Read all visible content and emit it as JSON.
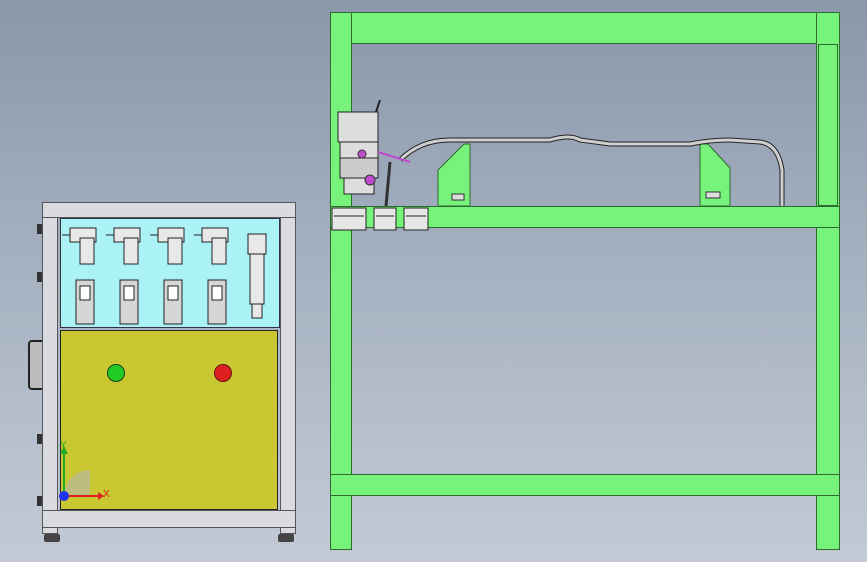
{
  "scene": {
    "description_free": true,
    "colors": {
      "background_top": "#8a97a9",
      "background_bottom": "#c3cad6",
      "frame_green": "#77f27b",
      "panel_cyan": "#aaf2f6",
      "panel_yellow": "#c9c832",
      "button_start": "#22cc22",
      "button_stop": "#e02020",
      "axis_x": "#e02020",
      "axis_y": "#22aa22",
      "axis_z": "#2233ee"
    }
  },
  "triad": {
    "x_label": "X",
    "y_label": "Y"
  },
  "cabinet": {
    "valves": [
      "valve-1",
      "valve-2",
      "valve-3",
      "valve-4"
    ],
    "buttons": [
      "start-button",
      "stop-button"
    ]
  }
}
